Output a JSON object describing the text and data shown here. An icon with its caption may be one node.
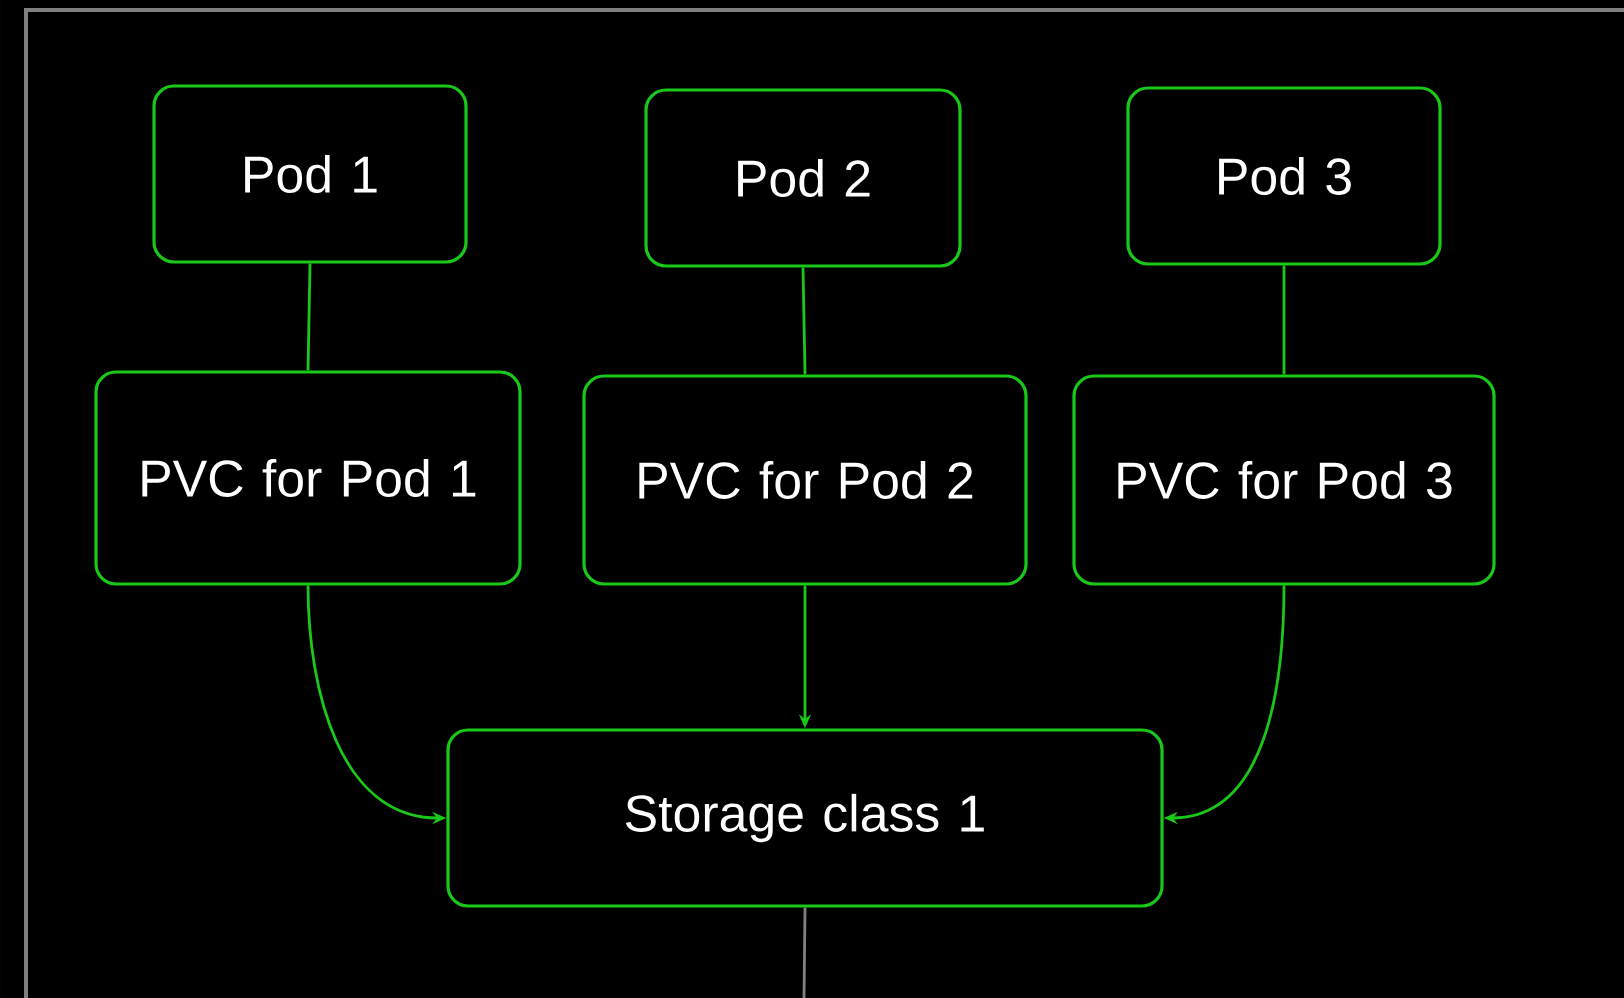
{
  "diagram": {
    "nodes": [
      {
        "text": [
          "Pod 1"
        ]
      },
      {
        "text": [
          "Pod 2"
        ]
      },
      {
        "text": [
          "Pod 3"
        ]
      },
      {
        "text": [
          "PVC for Pod 1"
        ]
      },
      {
        "text": [
          "PVC for Pod 2"
        ]
      },
      {
        "text": [
          "PVC for Pod 3"
        ]
      },
      {
        "text": [
          "Storage class 1"
        ]
      }
    ],
    "edges": [
      {
        "from": 0,
        "to": 3,
        "arrow": "none"
      },
      {
        "from": 1,
        "to": 4,
        "arrow": "none"
      },
      {
        "from": 2,
        "to": 5,
        "arrow": "none"
      },
      {
        "from": 3,
        "to": 6,
        "arrow": "to"
      },
      {
        "from": 4,
        "to": 6,
        "arrow": "to"
      },
      {
        "from": 5,
        "to": 6,
        "arrow": "to"
      },
      {
        "from": 6,
        "to": null,
        "arrow": "none",
        "color": "#808080"
      }
    ]
  }
}
